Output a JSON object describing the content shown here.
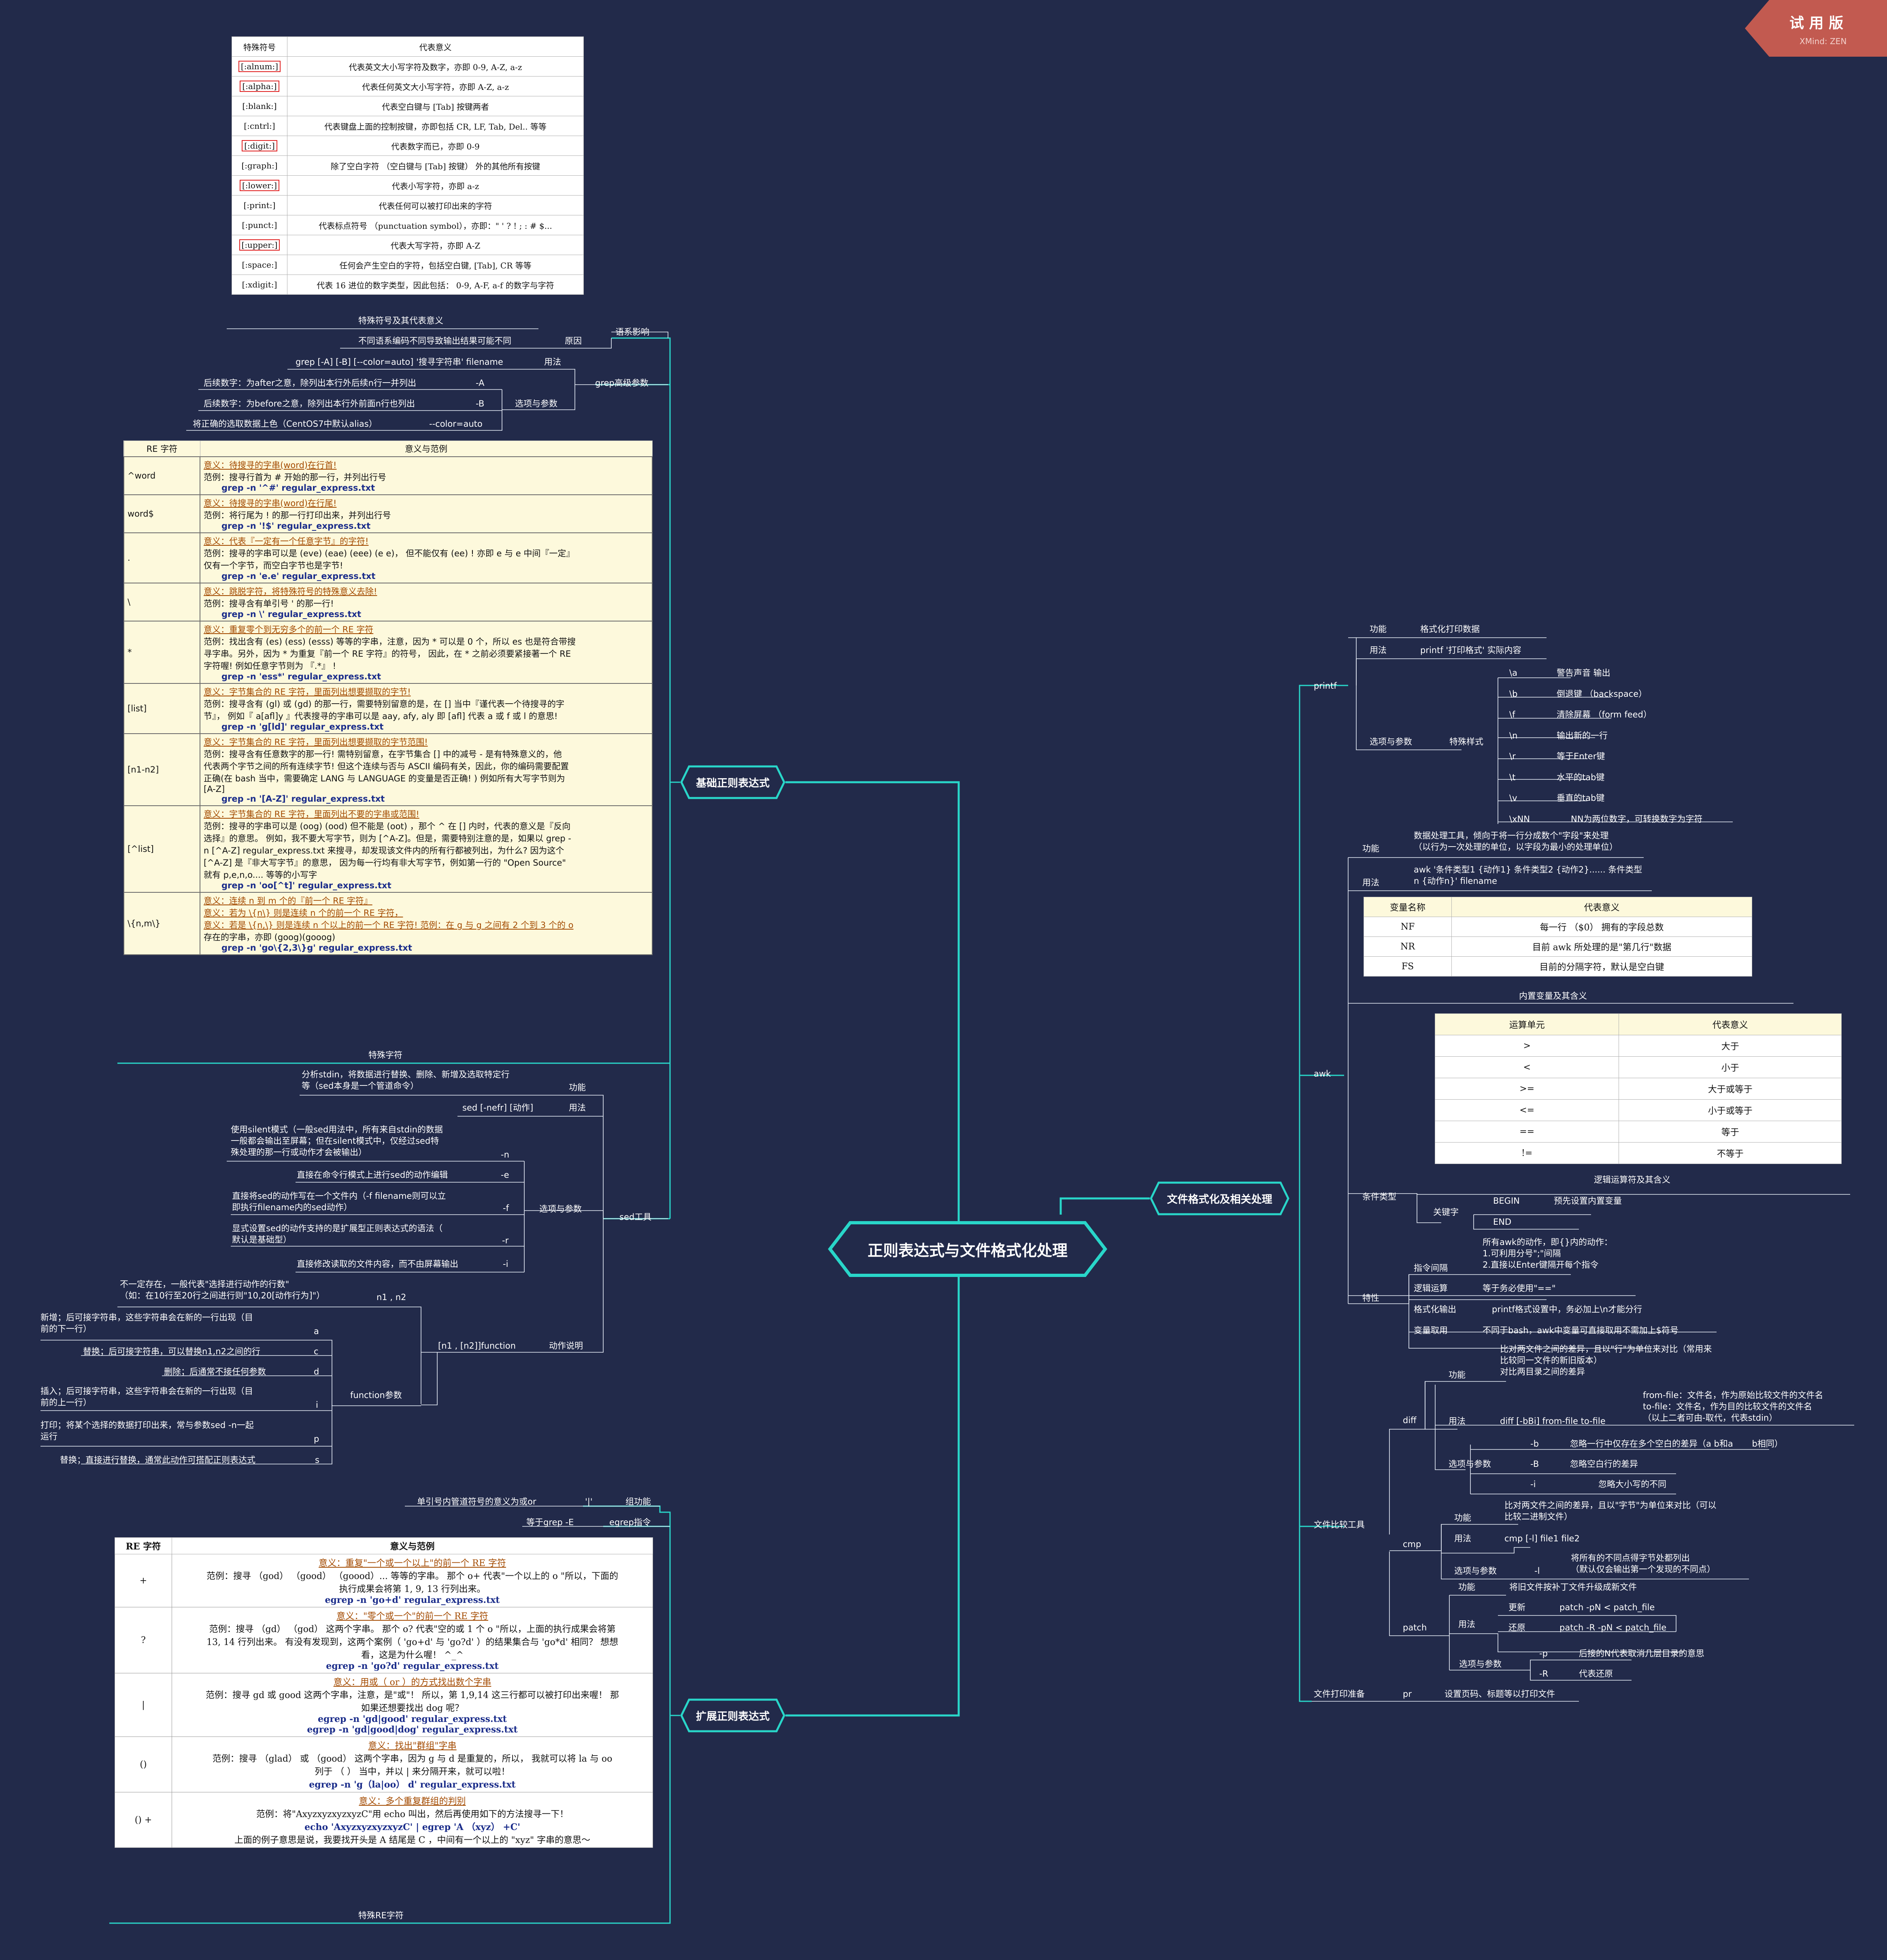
{
  "watermark": {
    "title": "试 用 版",
    "sub": "XMind: ZEN"
  },
  "central": {
    "title": "正则表达式与文件格式化处理"
  },
  "main": {
    "basic": "基础正则表达式",
    "extended": "扩展正则表达式",
    "fileformat": "文件格式化及相关处理"
  },
  "table1": {
    "headers": [
      "特殊符号",
      "代表意义"
    ],
    "rows": [
      [
        "[:alnum:]",
        "代表英文大小写字符及数字，亦即 0-9, A-Z, a-z"
      ],
      [
        "[:alpha:]",
        "代表任何英文大小写字符，亦即 A-Z, a-z"
      ],
      [
        "[:blank:]",
        "代表空白键与 [Tab] 按键两者"
      ],
      [
        "[:cntrl:]",
        "代表键盘上面的控制按键，亦即包括 CR, LF, Tab, Del.. 等等"
      ],
      [
        "[:digit:]",
        "代表数字而已，亦即 0-9"
      ],
      [
        "[:graph:]",
        "除了空白字符 （空白键与 [Tab] 按键） 外的其他所有按键"
      ],
      [
        "[:lower:]",
        "代表小写字符，亦即 a-z"
      ],
      [
        "[:print:]",
        "代表任何可以被打印出来的字符"
      ],
      [
        "[:punct:]",
        "代表标点符号 （punctuation symbol），亦即：\" ' ? ! ; : # $..."
      ],
      [
        "[:upper:]",
        "代表大写字符，亦即 A-Z"
      ],
      [
        "[:space:]",
        "任何会产生空白的字符，包括空白键, [Tab], CR 等等"
      ],
      [
        "[:xdigit:]",
        "代表 16 进位的数字类型，因此包括： 0-9, A-F, a-f 的数字与字符"
      ]
    ]
  },
  "left": {
    "special_chars": "特殊符号及其代表意义",
    "locale_reason": "不同语系编码不同导致输出结果可能不同",
    "reason": "原因",
    "locale": "语系影响",
    "grep_usage_text": "grep [-A] [-B] [--color=auto] '搜寻字符串' filename",
    "usage": "用法",
    "grep_adv": "grep高级参数",
    "after_desc": "后续数字：为after之意，除列出本行外后续n行一并列出",
    "opt_A": "-A",
    "before_desc": "后续数字：为before之意，除列出本行外前面n行也列出",
    "opt_B": "-B",
    "options": "选项与参数",
    "color_desc": "将正确的选取数据上色（CentOS7中默认alias）",
    "opt_color": "--color=auto",
    "special_char": "特殊字符",
    "sed_func_desc": "分析stdin，将数据进行替换、删除、新增及选取特定行\n等（sed本身是一个管道命令）",
    "func": "功能",
    "sed_usage": "sed [-nefr] [动作]",
    "usage2": "用法",
    "silent_desc": "使用silent模式（一般sed用法中，所有来自stdin的数据\n一般都会输出至屏幕；但在silent模式中，仅经过sed特\n殊处理的那一行或动作才会被输出）",
    "opt_n": "-n",
    "e_desc": "直接在命令行模式上进行sed的动作编辑",
    "opt_e": "-e",
    "f_desc": "直接将sed的动作写在一个文件内（-f filename则可以立\n即执行filename内的sed动作）",
    "opt_f": "-f",
    "r_desc": "显式设置sed的动作支持的是扩展型正则表达式的语法（\n默认是基础型）",
    "opt_r": "-r",
    "i_desc": "直接修改读取的文件内容，而不由屏幕输出",
    "opt_i": "-i",
    "options2": "选项与参数",
    "sed_tool": "sed工具",
    "n1n2_desc": "不一定存在，一般代表\"选择进行动作的行数\"\n（如：在10行至20行之间进行则\"10,20[动作行为]\"）",
    "n1n2": "n1 , n2",
    "function_line": "[n1 , [n2]]function",
    "action_desc": "动作说明",
    "a_desc": "新增；后可接字符串，这些字符串会在新的一行出现（目\n前的下一行）",
    "fa": "a",
    "c_desc": "替换；后可接字符串，可以替换n1,n2之间的行",
    "fc": "c",
    "d_desc": "删除；后通常不接任何参数",
    "fd": "d",
    "i2_desc": "插入；后可接字符串，这些字符串会在新的一行出现（目\n前的上一行）",
    "fi": "i",
    "p_desc": "打印；将某个选择的数据打印出来，常与参数sed -n一起\n运行",
    "fp": "p",
    "s_desc": "替换；直接进行替换，通常此动作可搭配正则表达式",
    "fs": "s",
    "func_params": "function参数",
    "pipe_desc": "单引号内管道符号的意义为或or",
    "pipe": "'|'",
    "group_func": "组功能",
    "egrep_desc": "等于grep -E",
    "egrep": "egrep指令",
    "special_re": "特殊RE字符"
  },
  "table2": {
    "headers": [
      "RE 字符",
      "意义与范例"
    ],
    "rows": [
      {
        "key": "^word",
        "lines": [
          {
            "t": "意义：待搜寻的字串(word)在行首!",
            "s": "mean"
          },
          {
            "t": "范例：搜寻行首为 # 开始的那一行，并列出行号",
            "s": ""
          },
          {
            "t": "grep -n '^#' regular_express.txt",
            "s": "cmd"
          }
        ]
      },
      {
        "key": "word$",
        "lines": [
          {
            "t": "意义：待搜寻的字串(word)在行尾!",
            "s": "mean"
          },
          {
            "t": "范例：将行尾为 ! 的那一行打印出来，并列出行号",
            "s": ""
          },
          {
            "t": "grep -n '!$' regular_express.txt",
            "s": "cmd"
          }
        ]
      },
      {
        "key": ".",
        "lines": [
          {
            "t": "意义：代表『一定有一个任意字节』的字符!",
            "s": "mean"
          },
          {
            "t": "范例：搜寻的字串可以是 (eve) (eae) (eee) (e e)， 但不能仅有 (ee) ! 亦即 e 与 e 中间『一定』",
            "s": ""
          },
          {
            "t": "仅有一个字节，而空白字节也是字节!",
            "s": ""
          },
          {
            "t": "grep -n 'e.e' regular_express.txt",
            "s": "cmd"
          }
        ]
      },
      {
        "key": "\\",
        "lines": [
          {
            "t": "意义：跳脱字符，将特殊符号的特殊意义去除!",
            "s": "mean"
          },
          {
            "t": "范例：搜寻含有单引号 ' 的那一行!",
            "s": ""
          },
          {
            "t": "grep -n \\' regular_express.txt",
            "s": "cmd"
          }
        ]
      },
      {
        "key": "*",
        "lines": [
          {
            "t": "意义：重复零个到无穷多个的前一个 RE 字符",
            "s": "mean"
          },
          {
            "t": "范例：找出含有 (es) (ess) (esss) 等等的字串，注意，因为 * 可以是 0 个，所以 es 也是符合带搜",
            "s": ""
          },
          {
            "t": "寻字串。另外，因为 * 为重复『前一个 RE 字符』的符号， 因此，在 * 之前必须要紧接著一个 RE",
            "s": ""
          },
          {
            "t": "字符喔! 例如任意字节则为 『.*』 !",
            "s": ""
          },
          {
            "t": "grep -n 'ess*' regular_express.txt",
            "s": "cmd"
          }
        ]
      },
      {
        "key": "[list]",
        "lines": [
          {
            "t": "意义：字节集合的 RE 字符，里面列出想要撷取的字节!",
            "s": "mean"
          },
          {
            "t": "范例：搜寻含有 (gl) 或 (gd) 的那一行，需要特别留意的是，在 [] 当中『谨代表一个待搜寻的字",
            "s": ""
          },
          {
            "t": "节』， 例如『 a[afl]y 』代表搜寻的字串可以是 aay, afy, aly 即 [afl] 代表 a 或 f 或 l 的意思!",
            "s": ""
          },
          {
            "t": "grep -n 'g[ld]' regular_express.txt",
            "s": "cmd"
          }
        ]
      },
      {
        "key": "[n1-n2]",
        "lines": [
          {
            "t": "意义：字节集合的 RE 字符，里面列出想要撷取的字节范围!",
            "s": "mean"
          },
          {
            "t": "范例：搜寻含有任意数字的那一行! 需特别留意，在字节集合 [] 中的减号 - 是有特殊意义的，他",
            "s": ""
          },
          {
            "t": "代表两个字节之间的所有连续字节! 但这个连续与否与 ASCII 编码有关，因此，你的编码需要配置",
            "s": ""
          },
          {
            "t": "正确(在 bash 当中，需要确定 LANG 与 LANGUAGE 的变量是否正确! ) 例如所有大写字节则为",
            "s": ""
          },
          {
            "t": "[A-Z]",
            "s": ""
          },
          {
            "t": "grep -n '[A-Z]' regular_express.txt",
            "s": "cmd"
          }
        ]
      },
      {
        "key": "[^list]",
        "lines": [
          {
            "t": "意义：字节集合的 RE 字符，里面列出不要的字串或范围!",
            "s": "mean"
          },
          {
            "t": "范例：搜寻的字串可以是 (oog) (ood) 但不能是 (oot) ，那个 ^ 在 [] 内时，代表的意义是『反向",
            "s": ""
          },
          {
            "t": "选择』的意思。 例如，我不要大写字节，则为 [^A-Z]。但是，需要特别注意的是，如果以 grep -",
            "s": ""
          },
          {
            "t": "n [^A-Z] regular_express.txt 来搜寻，却发现该文件内的所有行都被列出，为什么? 因为这个",
            "s": ""
          },
          {
            "t": "[^A-Z] 是『非大写字节』的意思， 因为每一行均有非大写字节，例如第一行的 \"Open Source\"",
            "s": ""
          },
          {
            "t": "就有 p,e,n,o.... 等等的小写字",
            "s": ""
          },
          {
            "t": "grep -n 'oo[^t]' regular_express.txt",
            "s": "cmd"
          }
        ]
      },
      {
        "key": "\\{n,m\\}",
        "lines": [
          {
            "t": "意义：连续 n 到 m 个的『前一个 RE 字符』",
            "s": "mean"
          },
          {
            "t": "意义：若为 \\{n\\} 则是连续 n 个的前一个 RE 字符，",
            "s": "mean"
          },
          {
            "t": "意义：若是 \\{n,\\} 则是连续 n 个以上的前一个 RE 字符!  范例：在 g 与 g 之间有 2 个到 3 个的 o",
            "s": "mean"
          },
          {
            "t": "存在的字串，亦即 (goog)(gooog)",
            "s": ""
          },
          {
            "t": "grep -n 'go\\{2,3\\}g' regular_express.txt",
            "s": "cmd"
          }
        ]
      }
    ]
  },
  "table3": {
    "headers": [
      "RE 字符",
      "意义与范例"
    ],
    "rows": [
      {
        "key": "+",
        "lines": [
          {
            "t": "意义：重复\"一个或一个以上\"的前一个 RE 字符",
            "s": "mean"
          },
          {
            "t": "范例：搜寻 （god） （good） （goood）... 等等的字串。 那个 o+ 代表\"一个以上的 o \"所以，下面的",
            "s": ""
          },
          {
            "t": "执行成果会将第 1, 9, 13 行列出来。",
            "s": ""
          },
          {
            "t": "egrep -n 'go+d' regular_express.txt",
            "s": "cmd"
          }
        ]
      },
      {
        "key": "?",
        "lines": [
          {
            "t": "意义：\"零个或一个\"的前一个 RE 字符",
            "s": "mean"
          },
          {
            "t": "范例：搜寻 （gd） （god） 这两个字串。 那个 o? 代表\"空的或 1 个 o \"所以，上面的执行成果会将第",
            "s": ""
          },
          {
            "t": "13, 14 行列出来。 有没有发现到，这两个案例（ 'go+d' 与 'go?d' ）的结果集合与 'go*d' 相同？ 想想",
            "s": ""
          },
          {
            "t": "看，这是为什么喔！ ^_^",
            "s": ""
          },
          {
            "t": "egrep -n 'go?d' regular_express.txt",
            "s": "cmd"
          }
        ]
      },
      {
        "key": "|",
        "lines": [
          {
            "t": "意义：用或（ or ）的方式找出数个字串",
            "s": "mean"
          },
          {
            "t": "范例：搜寻 gd 或 good 这两个字串，注意，是\"或\"！ 所以，第 1,9,14 这三行都可以被打印出来喔！ 那",
            "s": ""
          },
          {
            "t": "如果还想要找出 dog 呢？",
            "s": ""
          },
          {
            "t": "egrep -n 'gd|good' regular_express.txt",
            "s": "cmd"
          },
          {
            "t": "egrep -n 'gd|good|dog' regular_express.txt",
            "s": "cmd"
          }
        ]
      },
      {
        "key": "()",
        "lines": [
          {
            "t": "意义：找出\"群组\"字串",
            "s": "mean"
          },
          {
            "t": "范例：搜寻 （glad） 或 （good） 这两个字串，因为 g 与 d 是重复的，所以， 我就可以将 la 与 oo",
            "s": ""
          },
          {
            "t": "列于 （ ） 当中，并以 | 来分隔开来，就可以啦！",
            "s": ""
          },
          {
            "t": "egrep -n 'g（la|oo） d' regular_express.txt",
            "s": "cmd"
          }
        ]
      },
      {
        "key": "()  +",
        "lines": [
          {
            "t": "意义：多个重复群组的判别",
            "s": "mean"
          },
          {
            "t": "范例：将\"AxyzxyzxyzxyzC\"用 echo 叫出，然后再使用如下的方法搜寻一下！",
            "s": ""
          },
          {
            "t": "echo 'AxyzxyzxyzxyzC' | egrep 'A （xyz） +C'",
            "s": "cmd"
          },
          {
            "t": "上面的例子意思是说，我要找开头是 A 结尾是 C ，中间有一个以上的 \"xyz\" 字串的意思～",
            "s": ""
          }
        ]
      }
    ]
  },
  "right": {
    "printf": "printf",
    "func": "功能",
    "printf_func": "格式化打印数据",
    "usage": "用法",
    "printf_usage": "printf '打印格式' 实际内容",
    "options": "选项与参数",
    "special_style": "特殊样式",
    "esc": [
      [
        "\\a",
        "警告声音 输出"
      ],
      [
        "\\b",
        "倒退键 （backspace）"
      ],
      [
        "\\f",
        "清除屏幕 （form feed）"
      ],
      [
        "\\n",
        "输出新的一行"
      ],
      [
        "\\r",
        "等于Enter键"
      ],
      [
        "\\t",
        "水平的tab键"
      ],
      [
        "\\v",
        "垂直的tab键"
      ],
      [
        "\\xNN",
        "NN为两位数字，可转换数字为字符"
      ]
    ],
    "awk": "awk",
    "awk_func": "数据处理工具，倾向于将一行分成数个\"字段\"来处理\n（以行为一次处理的单位，以字段为最小的处理单位）",
    "awk_usage": "awk '条件类型1 {动作1} 条件类型2 {动作2}...... 条件类型\nn {动作n}' filename",
    "builtin": "内置变量及其含义",
    "logic_ops": "逻辑运算符及其含义",
    "cond_type": "条件类型",
    "keyword": "关键字",
    "begin": "BEGIN",
    "begin_desc": "预先设置内置变量",
    "end": "END",
    "cmd_interval": "指令间隔",
    "cmd_interval_desc": "所有awk的动作，即{}内的动作：\n1.可利用分号\";\"间隔\n2.直接以Enter键隔开每个指令",
    "logic": "逻辑运算",
    "logic_desc": "等于务必使用\"==\"",
    "fmt_out": "格式化输出",
    "fmt_out_desc": "printf格式设置中，务必加上\\n才能分行",
    "var_use": "变量取用",
    "var_use_desc": "不同于bash，awk中变量可直接取用不需加上$符号",
    "feature": "特性",
    "compare": "文件比较工具",
    "diff": "diff",
    "diff_func": "比对两文件之间的差异，且以\"行\"为单位来对比（常用来\n比较同一文件的新旧版本）\n对比两目录之间的差异",
    "diff_usage": "diff [-bBi] from-file to-file",
    "diff_usage_desc": "from-file：文件名，作为原始比较文件的文件名\nto-file：文件名，作为目的比较文件的文件名\n（以上二者可由-取代，代表stdin）",
    "opt_b": "-b",
    "opt_b_desc": "忽略一行中仅存在多个空白的差异（a b和a       b相同）",
    "opt_B": "-B",
    "opt_B_desc": "忽略空白行的差异",
    "opt_i": "-i",
    "opt_i_desc": "忽略大小写的不同",
    "cmp": "cmp",
    "cmp_func": "比对两文件之间的差异，且以\"字节\"为单位来对比（可以\n比较二进制文件）",
    "cmp_usage": "cmp [-l] file1 file2",
    "opt_l": "-l",
    "opt_l_desc": "将所有的不同点得字节处都列出\n（默认仅会输出第一个发现的不同点）",
    "patch": "patch",
    "patch_func": "将旧文件按补丁文件升级成新文件",
    "update": "更新",
    "update_cmd": "patch -pN < patch_file",
    "restore": "还原",
    "restore_cmd": "patch -R -pN < patch_file",
    "opt_p": "-p",
    "opt_p_desc": "后接的N代表取消几层目录的意思",
    "opt_R": "-R",
    "opt_R_desc": "代表还原",
    "print_prep": "文件打印准备",
    "pr": "pr",
    "pr_desc": "设置页码、标题等以打印文件"
  },
  "table4": {
    "headers": [
      "变量名称",
      "代表意义"
    ],
    "rows": [
      [
        "NF",
        "每一行 （$0） 拥有的字段总数"
      ],
      [
        "NR",
        "目前 awk 所处理的是\"第几行\"数据"
      ],
      [
        "FS",
        "目前的分隔字符，默认是空白键"
      ]
    ]
  },
  "table5": {
    "headers": [
      "运算单元",
      "代表意义"
    ],
    "rows": [
      [
        ">",
        "大于"
      ],
      [
        "<",
        "小于"
      ],
      [
        ">=",
        "大于或等于"
      ],
      [
        "<=",
        "小于或等于"
      ],
      [
        "==",
        "等于"
      ],
      [
        "!=",
        "不等于"
      ]
    ]
  },
  "colors": {
    "background": "#222a4a",
    "branch": "#29d6c9",
    "central_fill": "#222a4a",
    "table_yellow": "#fdf9dc",
    "watermark": "#c25a50"
  }
}
